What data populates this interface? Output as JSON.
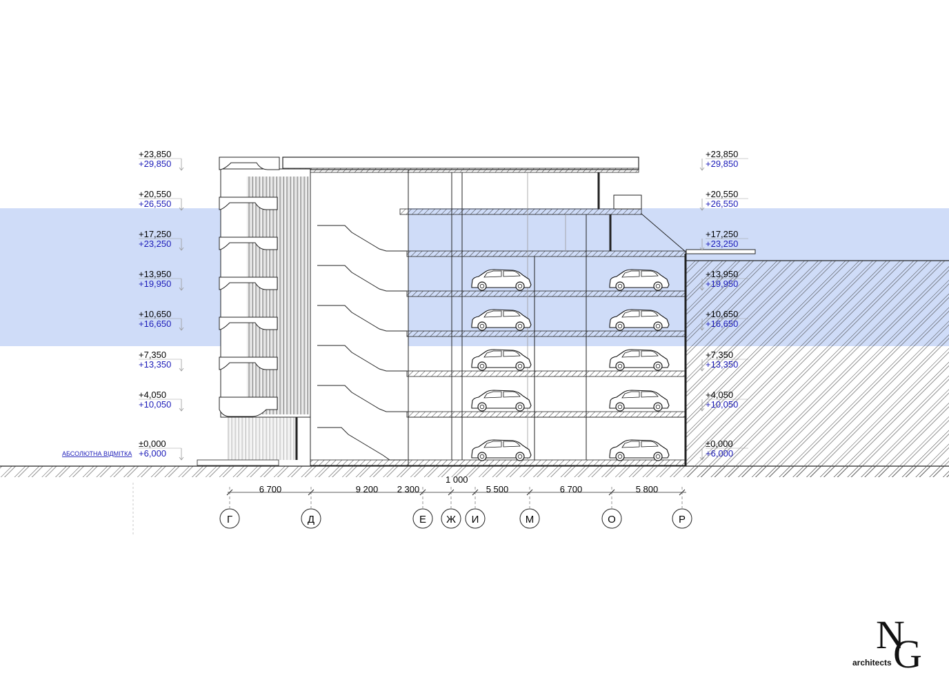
{
  "colors": {
    "water_band": "#cfdcf8",
    "relative_mark": "#000000",
    "absolute_mark": "#1a1ab8",
    "line": "#222222"
  },
  "left_levels": [
    {
      "rel": "+23,850",
      "abs": "+29,850"
    },
    {
      "rel": "+20,550",
      "abs": "+26,550"
    },
    {
      "rel": "+17,250",
      "abs": "+23,250"
    },
    {
      "rel": "+13,950",
      "abs": "+19,950"
    },
    {
      "rel": "+10,650",
      "abs": "+16,650"
    },
    {
      "rel": "+7,350",
      "abs": "+13,350"
    },
    {
      "rel": "+4,050",
      "abs": "+10,050"
    },
    {
      "rel": "±0,000",
      "abs": "+6,000"
    }
  ],
  "right_levels": [
    {
      "rel": "+23,850",
      "abs": "+29,850"
    },
    {
      "rel": "+20,550",
      "abs": "+26,550"
    },
    {
      "rel": "+17,250",
      "abs": "+23,250"
    },
    {
      "rel": "+13,950",
      "abs": "+19,950"
    },
    {
      "rel": "+10,650",
      "abs": "+16,650"
    },
    {
      "rel": "+7,350",
      "abs": "+13,350"
    },
    {
      "rel": "+4,050",
      "abs": "+10,050"
    },
    {
      "rel": "±0,000",
      "abs": "+6,000"
    }
  ],
  "absolute_mark_label": "АБСОЛЮТНА ВІДМІТКА",
  "dimensions": [
    "6 700",
    "9 200",
    "2 300",
    "5 500",
    "6 700",
    "5 800"
  ],
  "dimension_extra": "1 000",
  "axes": [
    "Г",
    "Д",
    "Е",
    "Ж",
    "И",
    "М",
    "О",
    "Р"
  ],
  "logo": {
    "letter_n": "N",
    "letter_g": "G",
    "subtitle": "architects"
  }
}
